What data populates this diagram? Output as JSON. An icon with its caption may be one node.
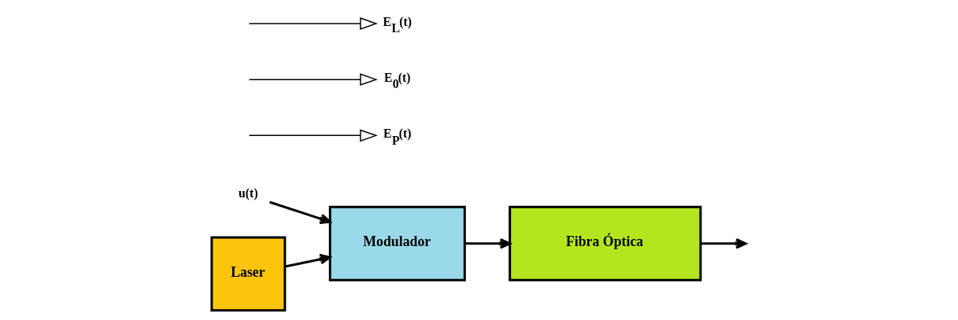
{
  "diagram": {
    "nodes": [
      {
        "text": [
          "u(t)"
        ]
      },
      {
        "text": [
          "Laser"
        ]
      },
      {
        "text": [
          "Modulador"
        ]
      },
      {
        "text": [
          "Fibra Óptica"
        ]
      },
      {
        "text": [
          "E$_{P}$(t)"
        ]
      },
      {
        "text": [
          "E$_{0}$(t)"
        ]
      },
      {
        "text": [
          "E$_{L}$(t)"
        ]
      }
    ],
    "edges": [
      {
        "from": 0,
        "to": 2,
        "arrow": "to"
      },
      {
        "from": 1,
        "to": 2,
        "arrow": "to"
      },
      {
        "from": 2,
        "to": 3,
        "arrow": "to"
      },
      {
        "from": 3,
        "to": null,
        "arrow": "to"
      },
      {
        "from": null,
        "to": 4,
        "arrow": "to"
      },
      {
        "from": null,
        "to": 5,
        "arrow": "to"
      },
      {
        "from": null,
        "to": 6,
        "arrow": "to"
      }
    ]
  }
}
